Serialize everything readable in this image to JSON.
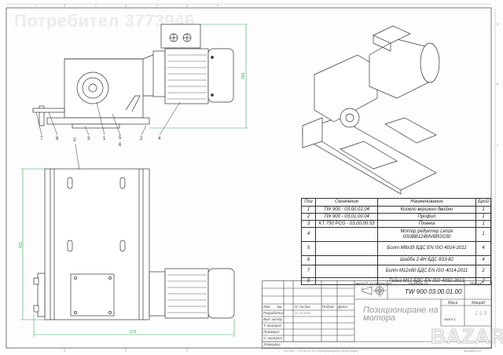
{
  "watermark": "Потребител 3773946",
  "zones": {
    "columns": [
      "1",
      "2",
      "3",
      "4"
    ],
    "rows": [
      "A",
      "B",
      "C"
    ]
  },
  "dimensions": {
    "height": "298",
    "length": "431",
    "width": "573"
  },
  "callouts": [
    "7",
    "8",
    "3",
    "1",
    "5",
    "6",
    "2",
    "4",
    "3"
  ],
  "parts_table": {
    "headers": [
      "Поз",
      "Означение",
      "Наименование",
      "Брой"
    ],
    "rows": [
      {
        "pos": "1",
        "code": "TW 900 - 03.00.01.04",
        "name": "Колело верижно двойно",
        "qty": "1"
      },
      {
        "pos": "2",
        "code": "TW 900 - 03.01.00.04",
        "name": "Профил",
        "qty": "1"
      },
      {
        "pos": "3",
        "code": "KT 750 PCG - 03.00.00.53",
        "name": "Планка",
        "qty": "1"
      },
      {
        "pos": "4",
        "code": "",
        "name": "Мотор редуктор Lenze G50BB124MVBR2C00",
        "qty": "1"
      },
      {
        "pos": "5",
        "code": "",
        "name": "Болт M8x35 БДС EN ISO 4014-2011",
        "qty": "4"
      },
      {
        "pos": "6",
        "code": "",
        "name": "Шайба 2-8Н БДС 833-82",
        "qty": "4"
      },
      {
        "pos": "7",
        "code": "",
        "name": "Болт M12x80 БДС EN ISO 4014-2011",
        "qty": "2"
      },
      {
        "pos": "8",
        "code": "",
        "name": "Гайка M12 БДС EN ISO 4032-2013",
        "qty": "2"
      }
    ]
  },
  "title_block": {
    "projection_label": "метод на проекция",
    "drawing_label": "чертеж №",
    "drawing_number": "TW 900  03.00.01.00",
    "scale_label": "Мащаб",
    "scale": "1:1.5",
    "mass_label": "Маса",
    "title": "Позициониране на мотора",
    "sign_headers": [
      "Изм.",
      "Бр.",
      "N° на док.",
      "Подпис",
      "Дата"
    ],
    "roles": [
      "Разработил",
      "Вод. инстр.",
      "Т. контрол",
      "Проверил",
      "Н. контрол",
      "Утвърдил"
    ],
    "designer": "И. Стоев",
    "footer_left": "TW 900 — 03.00.01.00 (Позициониране на мотора)",
    "footer_right": "формат А3",
    "sheet_label": "лист 1"
  },
  "logo": "BAZAR",
  "colors": {
    "line": "#333333",
    "dimension": "#2fb35a",
    "watermark": "#e9ecef"
  }
}
